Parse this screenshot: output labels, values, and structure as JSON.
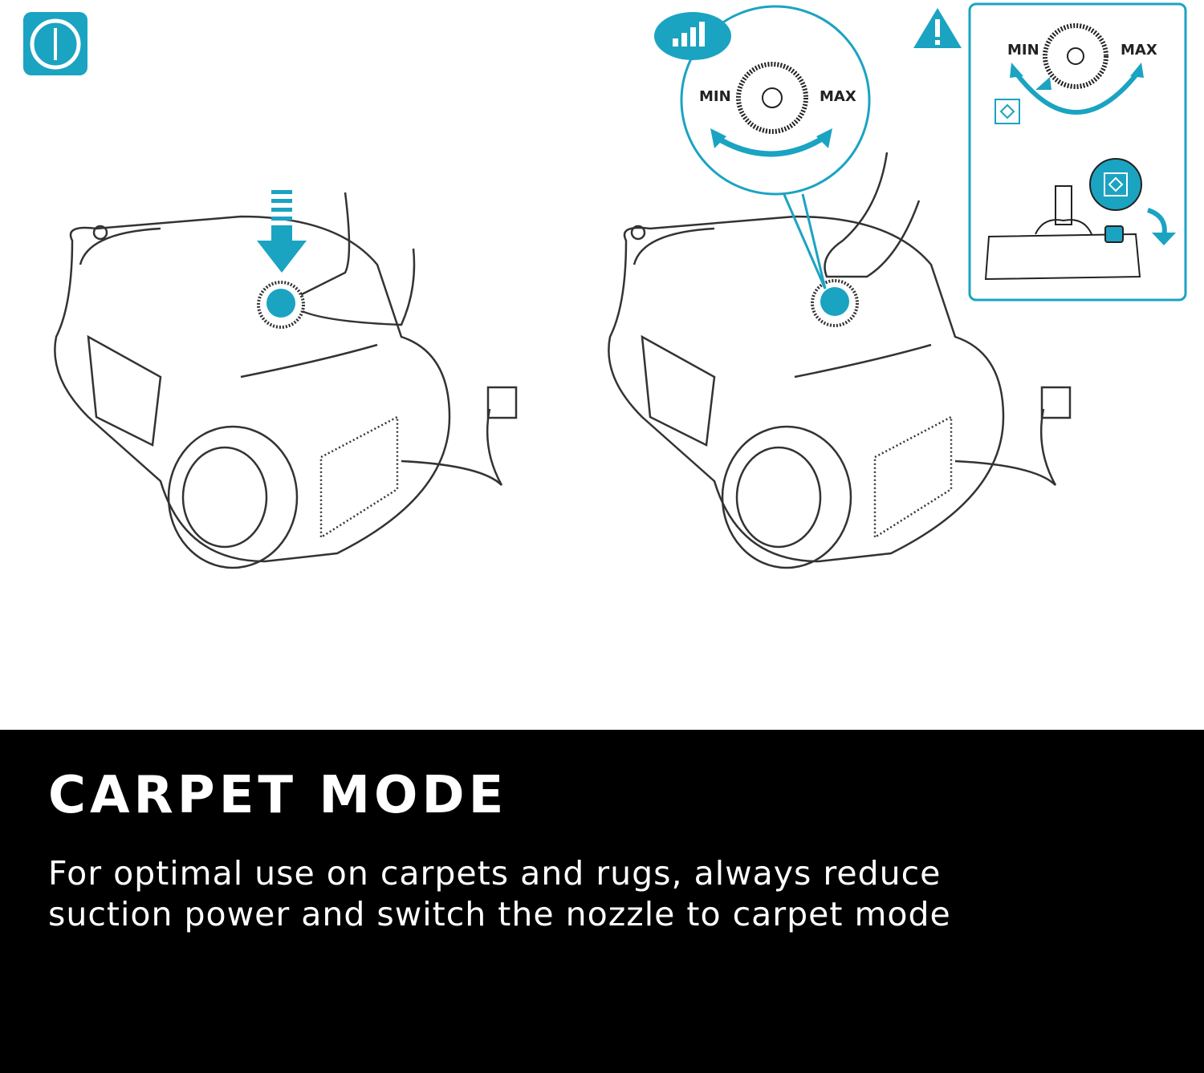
{
  "accent_color": "#1ba3c2",
  "illustration": {
    "power_icon": "power-icon",
    "signal_icon": "suction-level-icon",
    "warning_icon": "warning-icon",
    "dial_zoom": {
      "min_label": "MIN",
      "max_label": "MAX"
    },
    "inset": {
      "min_label": "MIN",
      "max_label": "MAX",
      "carpet_icon": "carpet-icon"
    }
  },
  "caption": {
    "title": "CARPET MODE",
    "line1": "For optimal use on carpets and rugs, always reduce",
    "line2": "suction power and switch the nozzle to carpet mode"
  }
}
